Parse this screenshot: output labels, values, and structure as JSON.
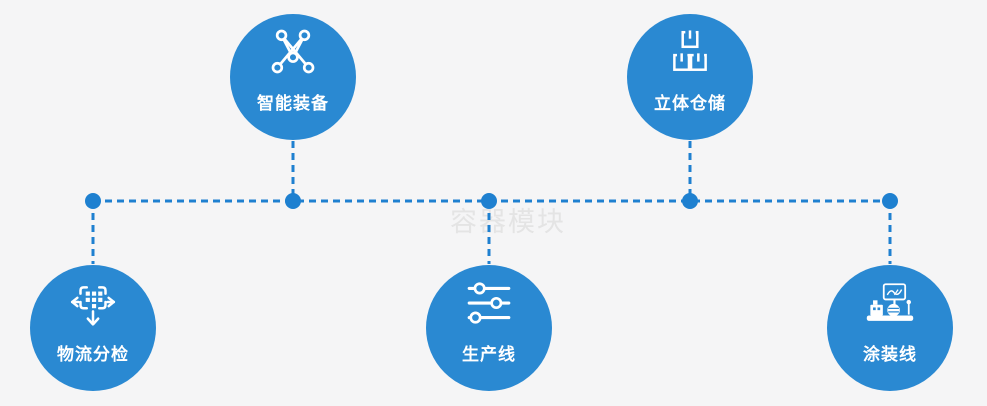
{
  "theme": {
    "background_color": "#f5f5f6",
    "circle_color": "#2a89d2",
    "connector_color": "#1e80d0",
    "label_color": "#ffffff",
    "watermark_color": "#d9d9d9"
  },
  "watermark": {
    "text": "容器模块"
  },
  "nodes": [
    {
      "id": "smart-equipment",
      "label": "智能装备",
      "icon": "network-nodes-icon",
      "row": "top"
    },
    {
      "id": "warehouse-storage",
      "label": "立体仓储",
      "icon": "stacked-boxes-icon",
      "row": "top"
    },
    {
      "id": "logistics-sorting",
      "label": "物流分检",
      "icon": "sort-distribute-icon",
      "row": "bottom"
    },
    {
      "id": "production-line",
      "label": "生产线",
      "icon": "sliders-icon",
      "row": "bottom"
    },
    {
      "id": "painting-line",
      "label": "涂装线",
      "icon": "machine-monitor-icon",
      "row": "bottom"
    }
  ]
}
